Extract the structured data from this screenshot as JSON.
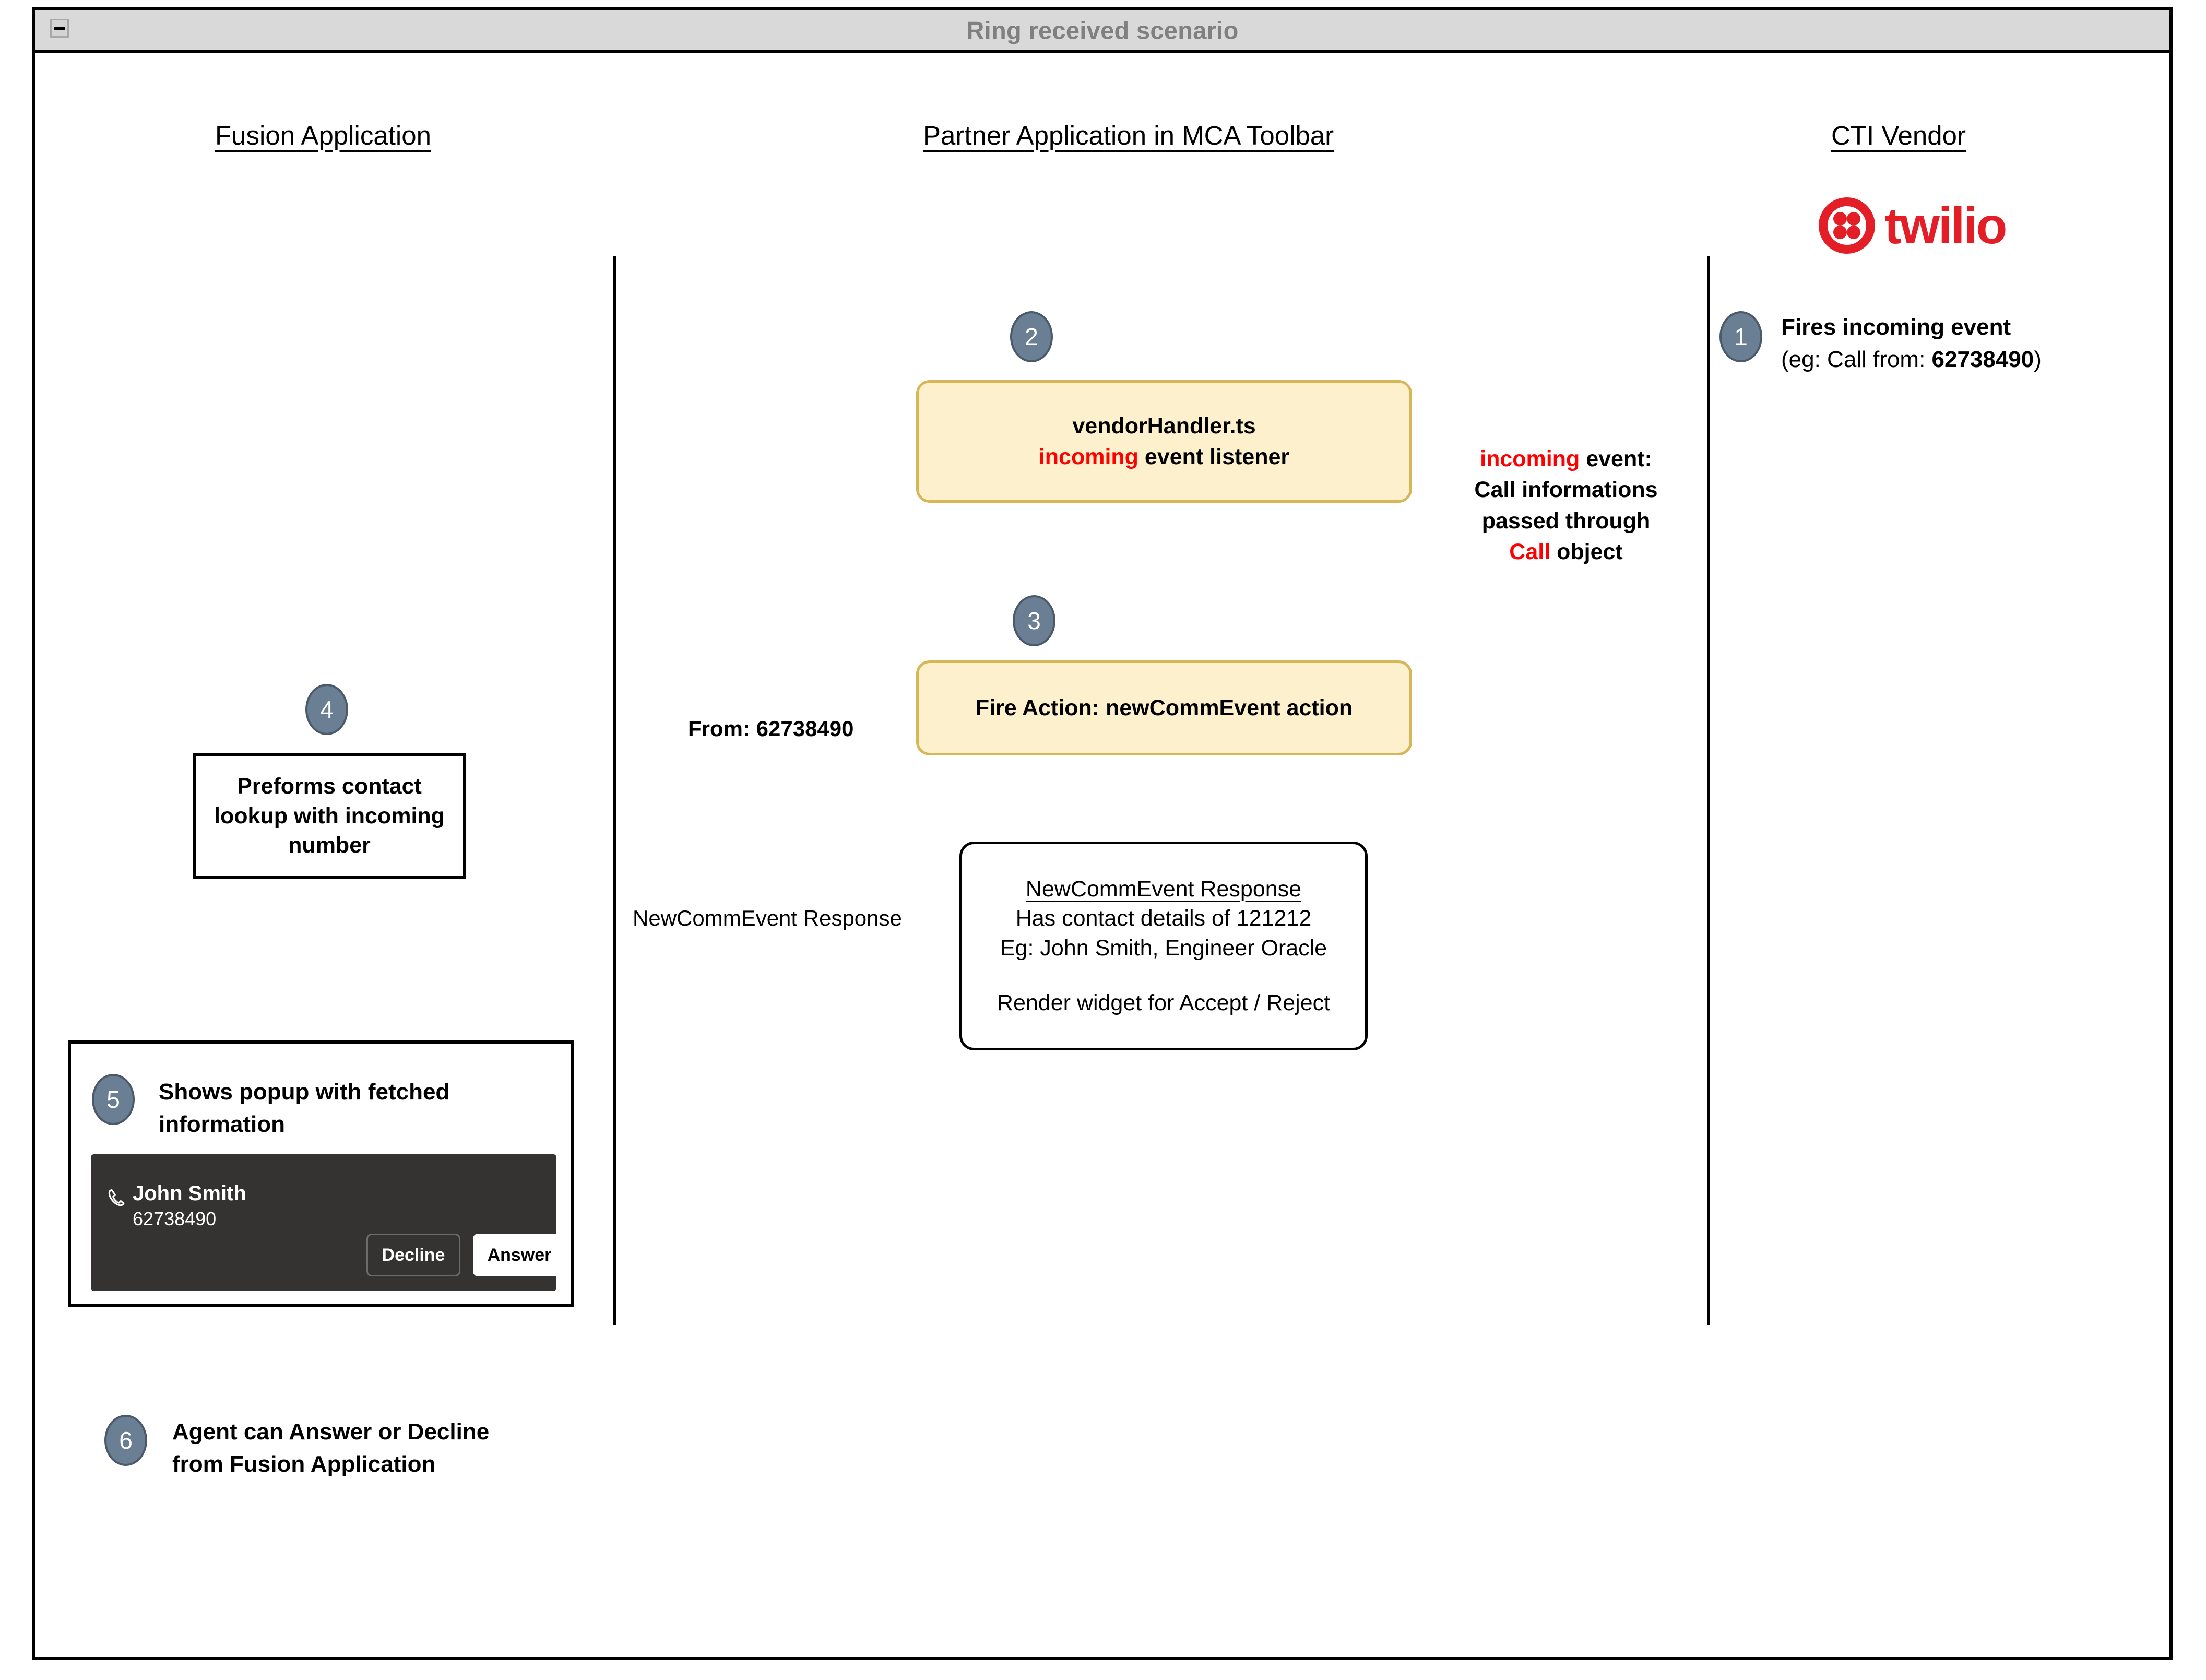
{
  "window": {
    "title": "Ring received scenario",
    "minimize_label": "minimize"
  },
  "columns": [
    {
      "label": "Fusion Application"
    },
    {
      "label": "Partner Application in MCA Toolbar"
    },
    {
      "label": "CTI Vendor"
    }
  ],
  "vendor": {
    "logo_word": "twilio",
    "logo_color": "#e31e26"
  },
  "steps": [
    {
      "number": "1",
      "text_line1": "Fires incoming event",
      "text_line2_prefix": "(eg: Call from: ",
      "text_line2_value": "62738490",
      "text_line2_suffix": ")"
    },
    {
      "number": "2"
    },
    {
      "number": "3"
    },
    {
      "number": "4"
    },
    {
      "number": "5",
      "text": "Shows popup with fetched information"
    },
    {
      "number": "6",
      "text_line1": "Agent can Answer or Decline",
      "text_line2": "from Fusion Application"
    }
  ],
  "boxes": {
    "vendor_handler": {
      "line1": "vendorHandler.ts",
      "line2_red": "incoming",
      "line2_rest": " event listener"
    },
    "fire_action": {
      "label": "Fire Action: newCommEvent action"
    },
    "contact_lookup": {
      "line1": "Preforms contact",
      "line2": "lookup with incoming",
      "line3": "number"
    },
    "newcomm_response": {
      "header": "NewCommEvent Response",
      "line1": "Has contact details of 121212",
      "line2": "Eg: John Smith, Engineer Oracle",
      "line3": "Render widget for Accept / Reject"
    }
  },
  "annotations": {
    "incoming_event_red": "incoming",
    "incoming_event_rest": " event:",
    "call_info_line1": "Call informations",
    "call_info_line2": "passed through",
    "call_object_red": "Call",
    "call_object_rest": " object",
    "from_label": "From: 62738490",
    "newcomm_response_label": "NewCommEvent Response"
  },
  "popup": {
    "caller_name": "John Smith",
    "caller_number": "62738490",
    "decline_label": "Decline",
    "answer_label": "Answer",
    "phone_icon": "phone-icon",
    "background": "#343331"
  },
  "colors": {
    "badge_fill": "#6a7f94",
    "yellow_fill": "#fdf0cd",
    "yellow_border": "#d6b656",
    "accent_red": "#ff0000",
    "titlebar": "#d9d9d9"
  }
}
